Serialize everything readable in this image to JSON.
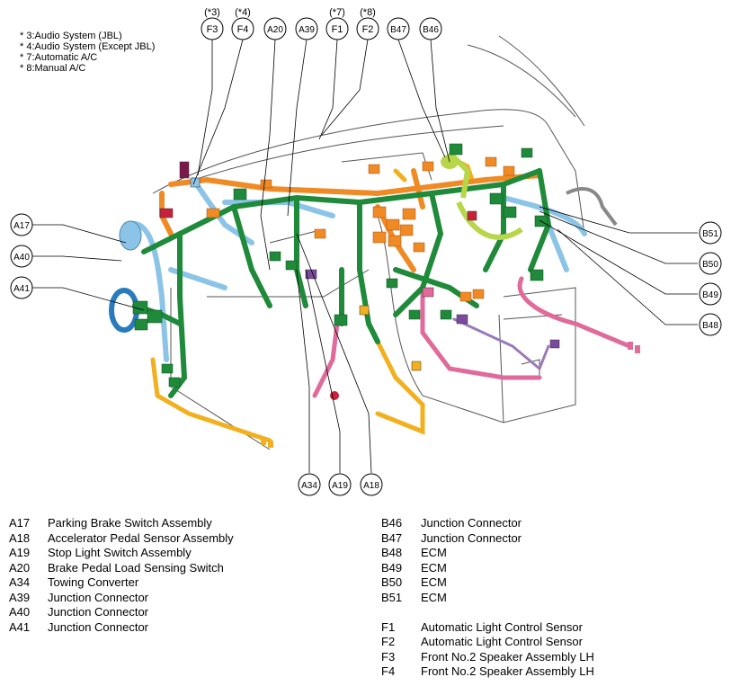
{
  "notes": [
    "* 3:Audio System (JBL)",
    "* 4:Audio System (Except JBL)",
    "* 7:Automatic A/C",
    "* 8:Manual A/C"
  ],
  "callouts": {
    "F3": {
      "label": "F3",
      "note": "(*3)"
    },
    "F4": {
      "label": "F4",
      "note": "(*4)"
    },
    "A20": {
      "label": "A20"
    },
    "A39": {
      "label": "A39"
    },
    "F1": {
      "label": "F1",
      "note": "(*7)"
    },
    "F2": {
      "label": "F2",
      "note": "(*8)"
    },
    "B47": {
      "label": "B47"
    },
    "B46": {
      "label": "B46"
    },
    "A17": {
      "label": "A17"
    },
    "A40": {
      "label": "A40"
    },
    "A41": {
      "label": "A41"
    },
    "B51": {
      "label": "B51"
    },
    "B50": {
      "label": "B50"
    },
    "B49": {
      "label": "B49"
    },
    "B48": {
      "label": "B48"
    },
    "A34": {
      "label": "A34"
    },
    "A19": {
      "label": "A19"
    },
    "A18": {
      "label": "A18"
    }
  },
  "legend_left": [
    {
      "code": "A17",
      "name": "Parking Brake Switch Assembly"
    },
    {
      "code": "A18",
      "name": "Accelerator Pedal Sensor Assembly"
    },
    {
      "code": "A19",
      "name": "Stop Light Switch Assembly"
    },
    {
      "code": "A20",
      "name": "Brake Pedal Load Sensing Switch"
    },
    {
      "code": "A34",
      "name": "Towing Converter"
    },
    {
      "code": "A39",
      "name": "Junction Connector"
    },
    {
      "code": "A40",
      "name": "Junction Connector"
    },
    {
      "code": "A41",
      "name": "Junction Connector"
    }
  ],
  "legend_right_b": [
    {
      "code": "B46",
      "name": "Junction Connector"
    },
    {
      "code": "B47",
      "name": "Junction Connector"
    },
    {
      "code": "B48",
      "name": "ECM"
    },
    {
      "code": "B49",
      "name": "ECM"
    },
    {
      "code": "B50",
      "name": "ECM"
    },
    {
      "code": "B51",
      "name": "ECM"
    }
  ],
  "legend_right_f": [
    {
      "code": "F1",
      "name": "Automatic Light Control Sensor"
    },
    {
      "code": "F2",
      "name": "Automatic Light Control Sensor"
    },
    {
      "code": "F3",
      "name": "Front No.2 Speaker Assembly LH"
    },
    {
      "code": "F4",
      "name": "Front No.2 Speaker Assembly LH"
    }
  ],
  "colors": {
    "green": "#1f8a3a",
    "orange": "#f08a24",
    "lightblue": "#8cc4e8",
    "yellow": "#f2b01e",
    "pink": "#e06a9a",
    "purple": "#7b4a9e",
    "red": "#c8223a",
    "lime": "#b8d64a"
  }
}
